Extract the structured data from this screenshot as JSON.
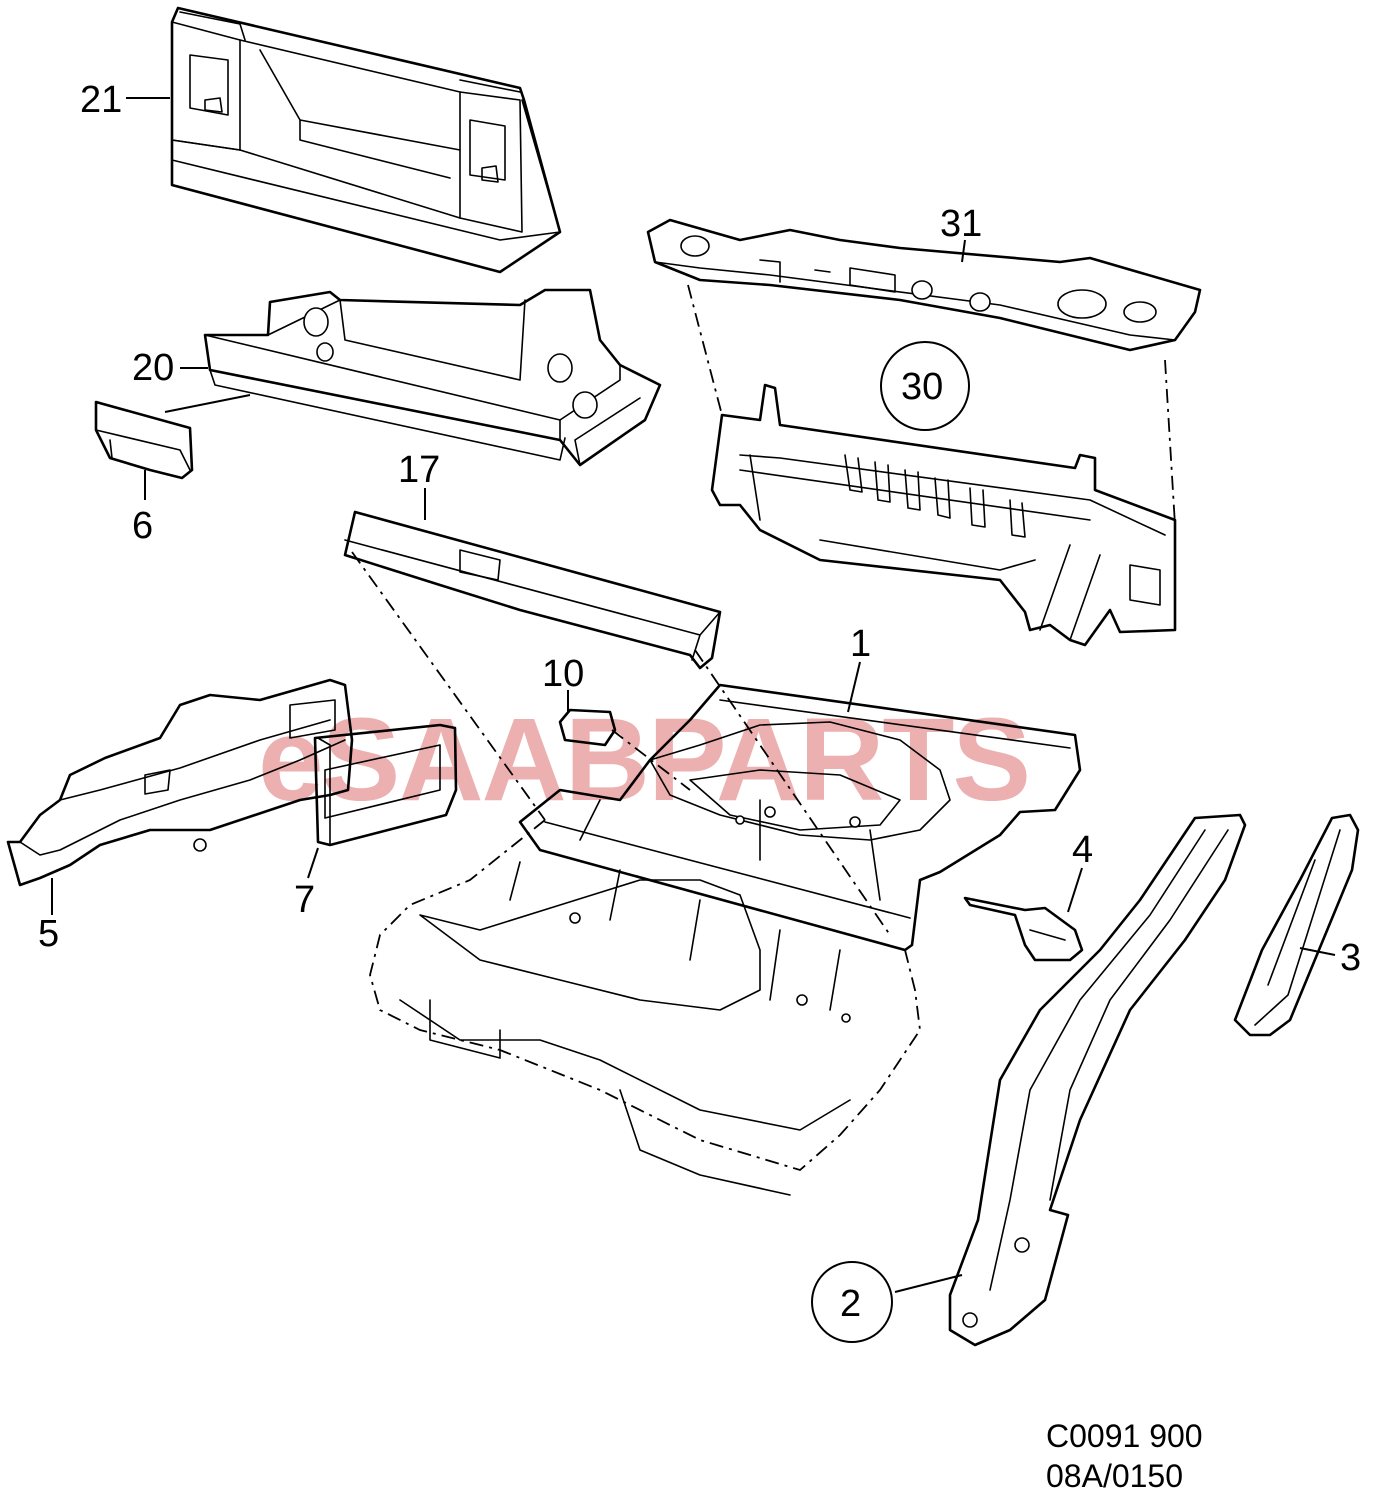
{
  "watermark": "eSAABPARTS",
  "callouts": {
    "c1": "1",
    "c2": "2",
    "c3": "3",
    "c4": "4",
    "c5": "5",
    "c6": "6",
    "c7": "7",
    "c10": "10",
    "c17": "17",
    "c20": "20",
    "c21": "21",
    "c30": "30",
    "c31": "31"
  },
  "reference": {
    "line1": "C0091 900",
    "line2": "08A/0150"
  }
}
